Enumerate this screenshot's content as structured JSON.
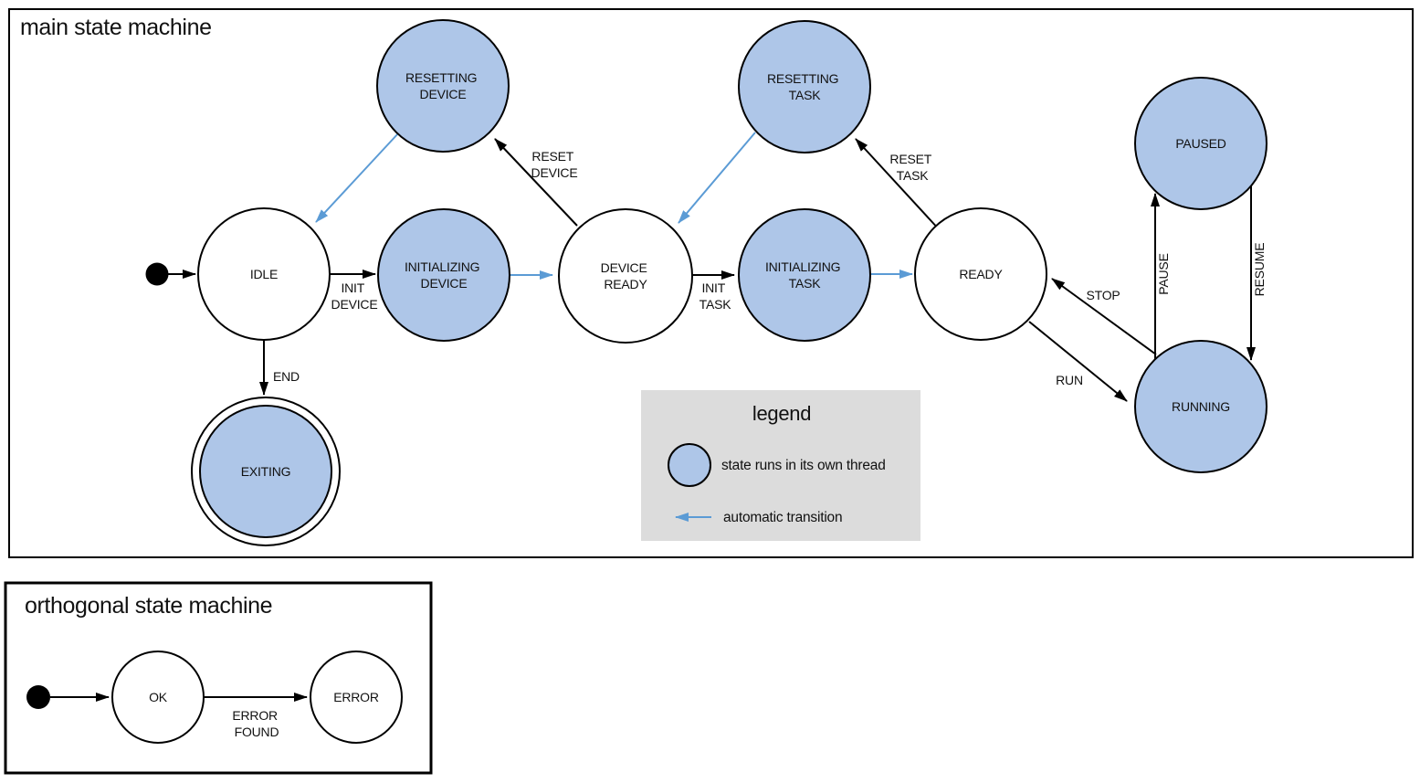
{
  "colors": {
    "state_fill": "#aec6e8",
    "auto_transition": "#5b9bd5",
    "legend_bg": "#dcdcdc",
    "stroke": "#000000"
  },
  "main": {
    "title": "main state machine",
    "states": {
      "idle": {
        "label": "IDLE"
      },
      "resetting_device": {
        "l1": "RESETTING",
        "l2": "DEVICE"
      },
      "initializing_device": {
        "l1": "INITIALIZING",
        "l2": "DEVICE"
      },
      "device_ready": {
        "l1": "DEVICE",
        "l2": "READY"
      },
      "resetting_task": {
        "l1": "RESETTING",
        "l2": "TASK"
      },
      "initializing_task": {
        "l1": "INITIALIZING",
        "l2": "TASK"
      },
      "ready": {
        "label": "READY"
      },
      "paused": {
        "label": "PAUSED"
      },
      "running": {
        "label": "RUNNING"
      },
      "exiting": {
        "label": "EXITING"
      }
    },
    "transitions": {
      "init_device": {
        "l1": "INIT",
        "l2": "DEVICE"
      },
      "reset_device": {
        "l1": "RESET",
        "l2": "DEVICE"
      },
      "init_task": {
        "l1": "INIT",
        "l2": "TASK"
      },
      "reset_task": {
        "l1": "RESET",
        "l2": "TASK"
      },
      "stop": "STOP",
      "run": "RUN",
      "pause": "PAUSE",
      "resume": "RESUME",
      "end": "END"
    },
    "legend": {
      "title": "legend",
      "thread_item": "state runs in its own thread",
      "auto_item": "automatic transition"
    }
  },
  "orthogonal": {
    "title": "orthogonal state machine",
    "states": {
      "ok": "OK",
      "error": "ERROR"
    },
    "transitions": {
      "error_found": {
        "l1": "ERROR",
        "l2": "FOUND"
      }
    }
  }
}
